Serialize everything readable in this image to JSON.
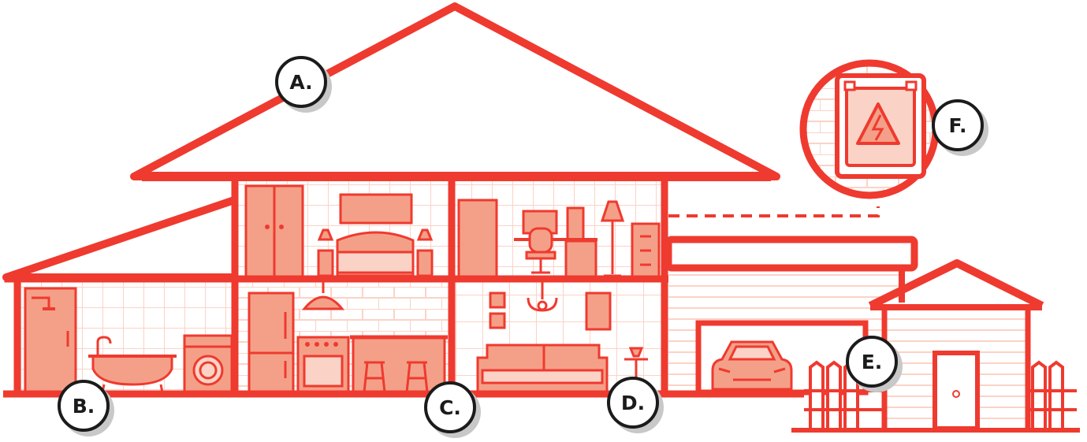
{
  "colors": {
    "primary": "#ef3a2f",
    "fill": "#f4a088",
    "light": "#fbd3c6",
    "callout_border": "#1b1b1b",
    "callout_shadow": "#c8c8c8"
  },
  "callouts": {
    "a": {
      "label": "A."
    },
    "b": {
      "label": "B."
    },
    "c": {
      "label": "C."
    },
    "d": {
      "label": "D."
    },
    "e": {
      "label": "E."
    },
    "f": {
      "label": "F."
    }
  },
  "icons": [
    "electrical-panel-icon",
    "lightning-warning-icon",
    "car-icon",
    "washing-machine-icon",
    "stove-icon",
    "chandelier-icon",
    "lamp-icon",
    "office-chair-icon"
  ]
}
